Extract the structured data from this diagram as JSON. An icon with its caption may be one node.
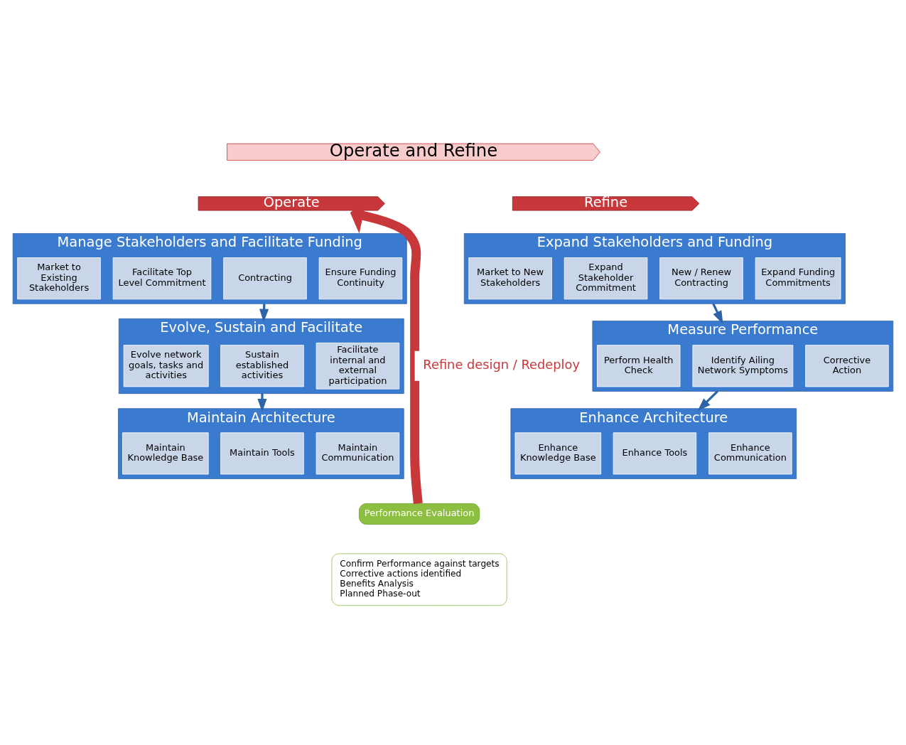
{
  "diagram": {
    "nodes": [
      {
        "text": [
          "Operate and Refine"
        ]
      },
      {
        "text": [
          "Operate"
        ]
      },
      {
        "text": [
          "Refine"
        ]
      },
      {
        "text": [
          "Manage Stakeholders and Facilitate Funding"
        ]
      },
      {
        "text": [
          "Market to Existing Stakeholders"
        ],
        "in": 3
      },
      {
        "text": [
          "Facilitate Top Level Commitment"
        ],
        "in": 3
      },
      {
        "text": [
          "Contracting"
        ],
        "in": 3
      },
      {
        "text": [
          "Ensure Funding Continuity"
        ],
        "in": 3
      },
      {
        "text": [
          "Expand Stakeholders and Funding"
        ]
      },
      {
        "text": [
          "Market to New Stakeholders"
        ],
        "in": 8
      },
      {
        "text": [
          "Expand Stakeholder Commitment"
        ],
        "in": 8
      },
      {
        "text": [
          "New / Renew Contracting"
        ],
        "in": 8
      },
      {
        "text": [
          "Expand Funding Commitments"
        ],
        "in": 8
      },
      {
        "text": [
          "Evolve, Sustain and Facilitate"
        ]
      },
      {
        "text": [
          "Evolve network goals, tasks and activities"
        ],
        "in": 13
      },
      {
        "text": [
          "Sustain established activities"
        ],
        "in": 13
      },
      {
        "text": [
          "Facilitate internal and external participation"
        ],
        "in": 13
      },
      {
        "text": [
          "Measure Performance"
        ]
      },
      {
        "text": [
          "Perform Health Check"
        ],
        "in": 17
      },
      {
        "text": [
          "Identify Ailing Network Symptoms"
        ],
        "in": 17
      },
      {
        "text": [
          "Corrective Action"
        ],
        "in": 17
      },
      {
        "text": [
          "Maintain Architecture"
        ]
      },
      {
        "text": [
          "Maintain Knowledge Base"
        ],
        "in": 21
      },
      {
        "text": [
          "Maintain Tools"
        ],
        "in": 21
      },
      {
        "text": [
          "Maintain Communication"
        ],
        "in": 21
      },
      {
        "text": [
          "Enhance Architecture"
        ]
      },
      {
        "text": [
          "Enhance Knowledge Base"
        ],
        "in": 25
      },
      {
        "text": [
          "Enhance Tools"
        ],
        "in": 25
      },
      {
        "text": [
          "Enhance Communication"
        ],
        "in": 25
      },
      {
        "text": [
          "Performance Evaluation"
        ]
      },
      {
        "text": [
          "Confirm Performance against targets",
          "Corrective actions identified",
          "Benefits Analysis",
          "Planned Phase-out"
        ]
      }
    ],
    "edges": [
      {
        "from": 3,
        "to": 13,
        "arrow": "to"
      },
      {
        "from": 13,
        "to": 21,
        "arrow": "to"
      },
      {
        "from": 8,
        "to": 17,
        "arrow": "to"
      },
      {
        "from": 17,
        "to": 25,
        "arrow": "to"
      },
      {
        "from": 29,
        "to": 1,
        "arrow": "to",
        "label": "Refine design / Redeploy",
        "style": "thick",
        "color": "#c8383b"
      }
    ]
  }
}
